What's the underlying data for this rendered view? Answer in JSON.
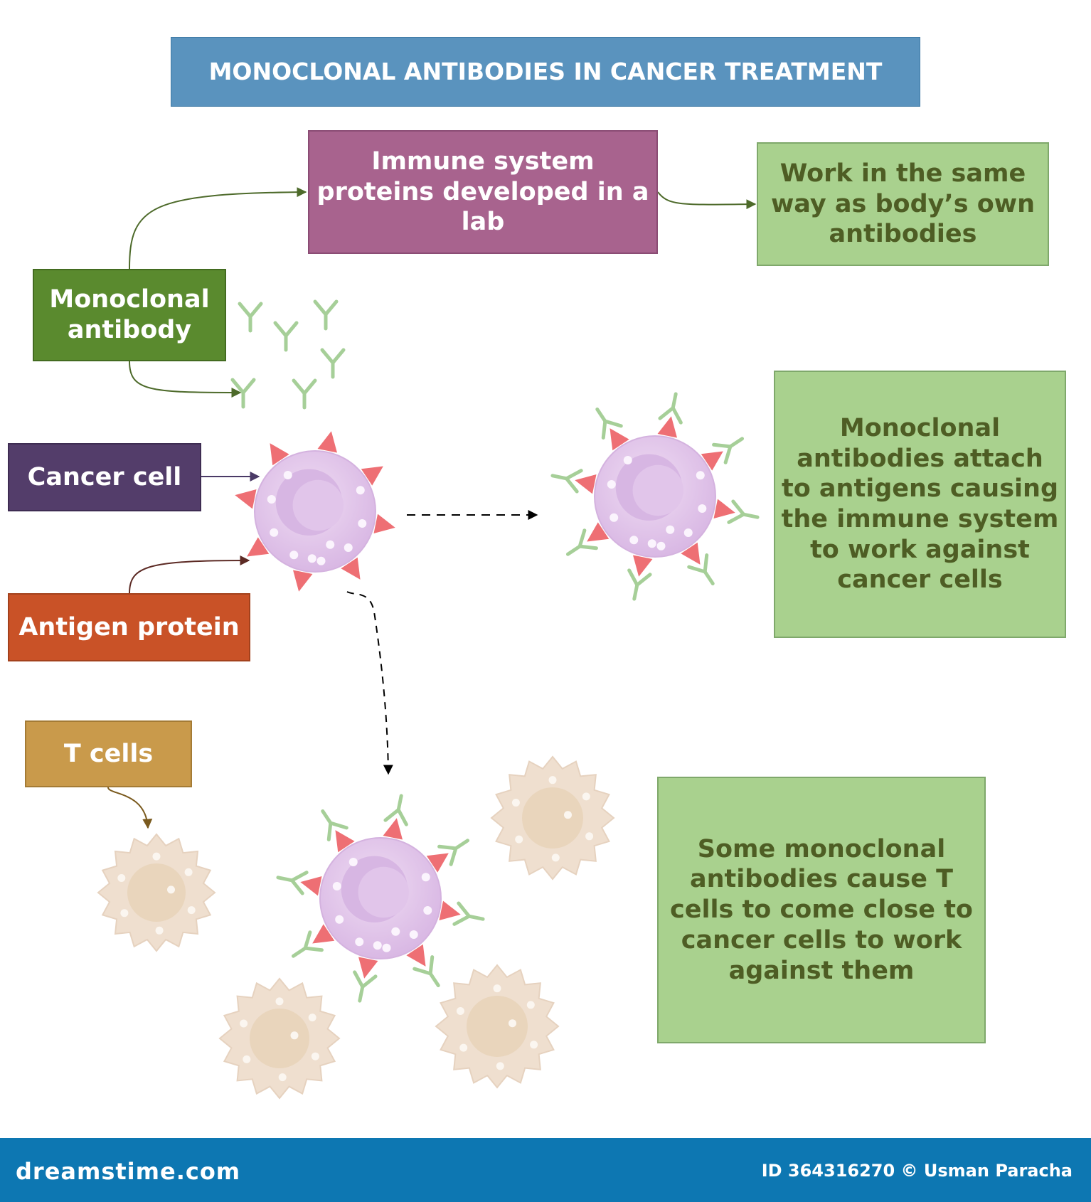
{
  "title": "MONOCLONAL ANTIBODIES IN CANCER TREATMENT",
  "boxes": {
    "lab_proteins": "Immune system proteins developed in a lab",
    "same_way": "Work in the same way as body’s own antibodies",
    "monoclonal_antibody": "Monoclonal antibody",
    "cancer_cell": "Cancer cell",
    "antigen_protein": "Antigen protein",
    "t_cells": "T cells",
    "attach_description": "Monoclonal antibodies attach to antigens causing the immune system to work against cancer cells",
    "tcell_description": "Some monoclonal antibodies cause T cells to come close to cancer cells to work against them"
  },
  "footer": {
    "site": "dreamstime.com",
    "credit": "ID 364316270 © Usman Paracha"
  },
  "colors": {
    "title_bg": "#5a93be",
    "lab_box": "#a8638e",
    "green_box": "#a9d18e",
    "green_text": "#4e5d24",
    "monoclonal_box": "#5a8a2e",
    "cancer_box": "#533d6a",
    "antigen_box": "#c95227",
    "tcells_box": "#c99a4b",
    "cancer_cell_fill": "#e3c6ec",
    "antigen_triangle": "#ee6f74",
    "antibody": "#a6cf98",
    "t_cell_fill": "#efdfcf",
    "footer_bg": "#0d77b2"
  }
}
